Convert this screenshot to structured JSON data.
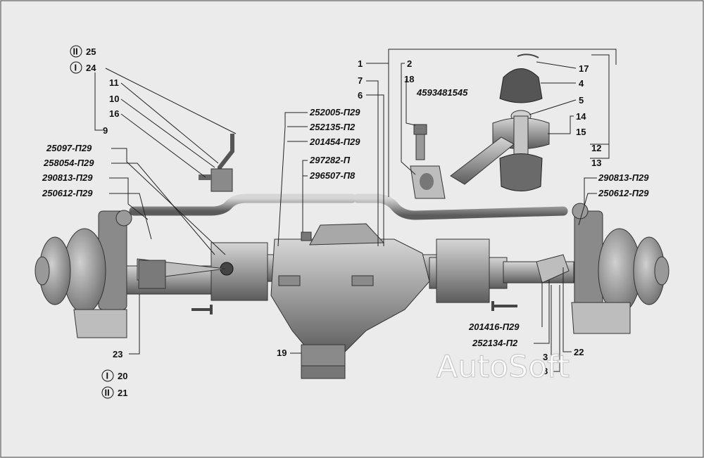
{
  "watermark": "AutoSoft",
  "variant_markers": {
    "single": "I",
    "double": "II"
  },
  "callouts": {
    "n1": "1",
    "n2": "2",
    "n3": "3",
    "n4": "4",
    "n5": "5",
    "n6": "6",
    "n7": "7",
    "n8": "8",
    "n9": "9",
    "n10": "10",
    "n11": "11",
    "n12": "12",
    "n13": "13",
    "n14": "14",
    "n15": "15",
    "n16": "16",
    "n17": "17",
    "n18": "18",
    "n19": "19",
    "n20": "20",
    "n21": "21",
    "n22": "22",
    "n23": "23",
    "n24": "24",
    "n25": "25"
  },
  "part_numbers": {
    "p_4593481545": "4593481545",
    "p_252005": "252005-П29",
    "p_252135": "252135-П2",
    "p_201454": "201454-П29",
    "p_297282": "297282-П",
    "p_296507": "296507-П8",
    "p_25097": "25097-П29",
    "p_258054": "258054-П29",
    "p_290813_left": "290813-П29",
    "p_250612_left": "250612-П29",
    "p_290813_right": "290813-П29",
    "p_250612_right": "250612-П29",
    "p_201416": "201416-П29",
    "p_252134": "252134-П2"
  },
  "colors": {
    "background": "#ebebeb",
    "metal": "#9a9a9a",
    "metal_light": "#c4c4c4",
    "metal_dark": "#5c5c5c",
    "line": "#222222",
    "text": "#111111"
  }
}
